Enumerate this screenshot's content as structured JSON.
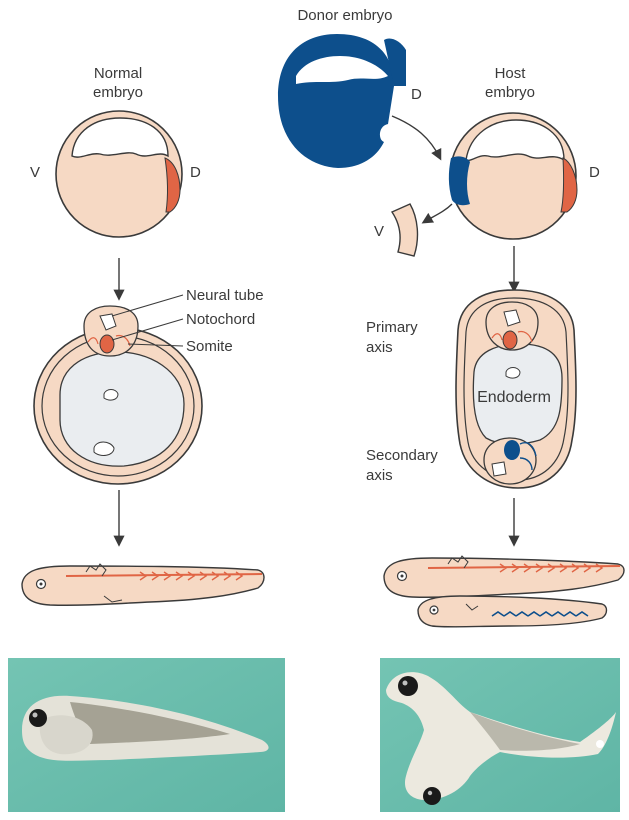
{
  "labels": {
    "normal_embryo_line1": "Normal",
    "normal_embryo_line2": "embryo",
    "donor_embryo": "Donor embryo",
    "host_embryo_line1": "Host",
    "host_embryo_line2": "embryo",
    "ventral_left": "V",
    "dorsal_left": "D",
    "dorsal_donor": "D",
    "dorsal_host": "D",
    "ventral_host": "V",
    "neural_tube": "Neural tube",
    "notochord": "Notochord",
    "somite": "Somite",
    "primary_axis_line1": "Primary",
    "primary_axis_line2": "axis",
    "endoderm": "Endoderm",
    "secondary_axis_line1": "Secondary",
    "secondary_axis_line2": "axis"
  },
  "colors": {
    "embryo_fill": "#f6d9c4",
    "orange_tissue": "#e06545",
    "donor_blue": "#0d4f8c",
    "endoderm_gray": "#eaedf0",
    "photo_background": "#6bbfae",
    "outline": "#3a3a3a"
  }
}
